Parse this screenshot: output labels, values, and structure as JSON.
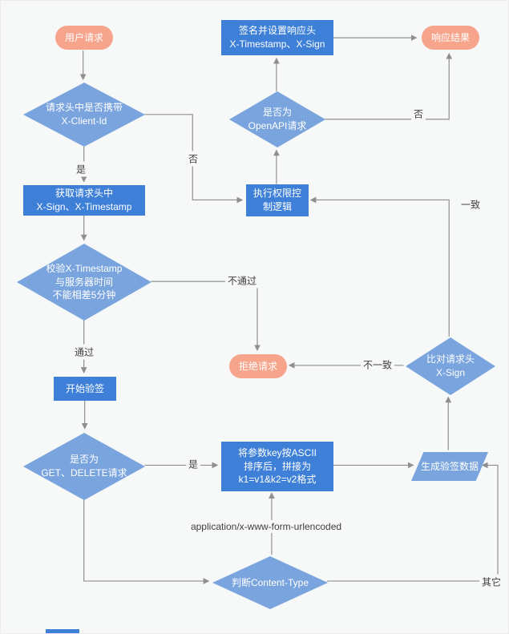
{
  "colors": {
    "process_fill": "#3E80D8",
    "decision_fill": "#7AA4DE",
    "io_fill": "#7AA4DE",
    "terminal_fill": "#F7A48C",
    "node_text": "#FFFFFF",
    "edge_line": "#8F8F8F",
    "edge_label_text": "#3F3F3F",
    "canvas_background": "#F7F8F8"
  },
  "nodes": {
    "start": {
      "label": "用户请求",
      "type": "terminal"
    },
    "check_client_id": {
      "label": "请求头中是否携带\nX-Client-Id",
      "type": "decision"
    },
    "get_sign_headers": {
      "label": "获取请求头中\nX-Sign、X-Timestamp",
      "type": "process"
    },
    "check_timestamp": {
      "label": "校验X-Timestamp\n与服务器时间\n不能相差5分钟",
      "type": "decision"
    },
    "start_verify": {
      "label": "开始验签",
      "type": "process"
    },
    "check_method": {
      "label": "是否为\nGET、DELETE请求",
      "type": "decision"
    },
    "sort_params": {
      "label": "将参数key按ASCII\n排序后，拼接为\nk1=v1&k2=v2格式",
      "type": "process"
    },
    "gen_verify_data": {
      "label": "生成验签数据",
      "type": "io"
    },
    "sign_response": {
      "label": "签名并设置响应头\nX-Timestamp、X-Sign",
      "type": "process"
    },
    "response_result": {
      "label": "响应结果",
      "type": "terminal"
    },
    "check_openapi": {
      "label": "是否为\nOpenAPI请求",
      "type": "decision"
    },
    "permission_logic": {
      "label": "执行权限控\n制逻辑",
      "type": "process"
    },
    "reject_request": {
      "label": "拒绝请求",
      "type": "terminal"
    },
    "compare_sign": {
      "label": "比对请求头\nX-Sign",
      "type": "decision"
    },
    "check_content_type": {
      "label": "判断Content-Type",
      "type": "decision"
    }
  },
  "edge_labels": {
    "client_id_yes": "是",
    "client_id_no": "否",
    "timestamp_pass": "通过",
    "timestamp_fail": "不通过",
    "method_yes": "是",
    "content_type_form": "application/x-www-form-urlencoded",
    "content_type_other": "其它",
    "sign_mismatch": "不一致",
    "sign_match": "一致",
    "openapi_no": "否"
  }
}
